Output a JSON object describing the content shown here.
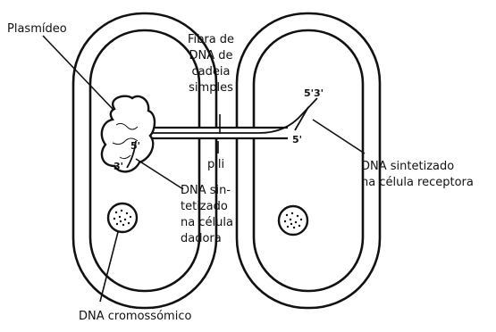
{
  "labels": {
    "plasmideo": "Plasmídeo",
    "fibra": [
      "Fibra de",
      "DNA de",
      "cadeia",
      "simples"
    ],
    "pili": "pili",
    "dna_sint_dadora": [
      "DNA sin-",
      "tetizado",
      "na célula",
      "dadora"
    ],
    "dna_sint_receptora": [
      "DNA sintetizado",
      "na célula receptora"
    ],
    "dna_cromossomico": "DNA cromossómico"
  },
  "strand_ends": {
    "donor_5": "5'",
    "donor_3": "3'",
    "recipient_top": "5'3'",
    "recipient_bottom": "5'"
  },
  "colors": {
    "ink": "#111111",
    "background": "#ffffff"
  }
}
